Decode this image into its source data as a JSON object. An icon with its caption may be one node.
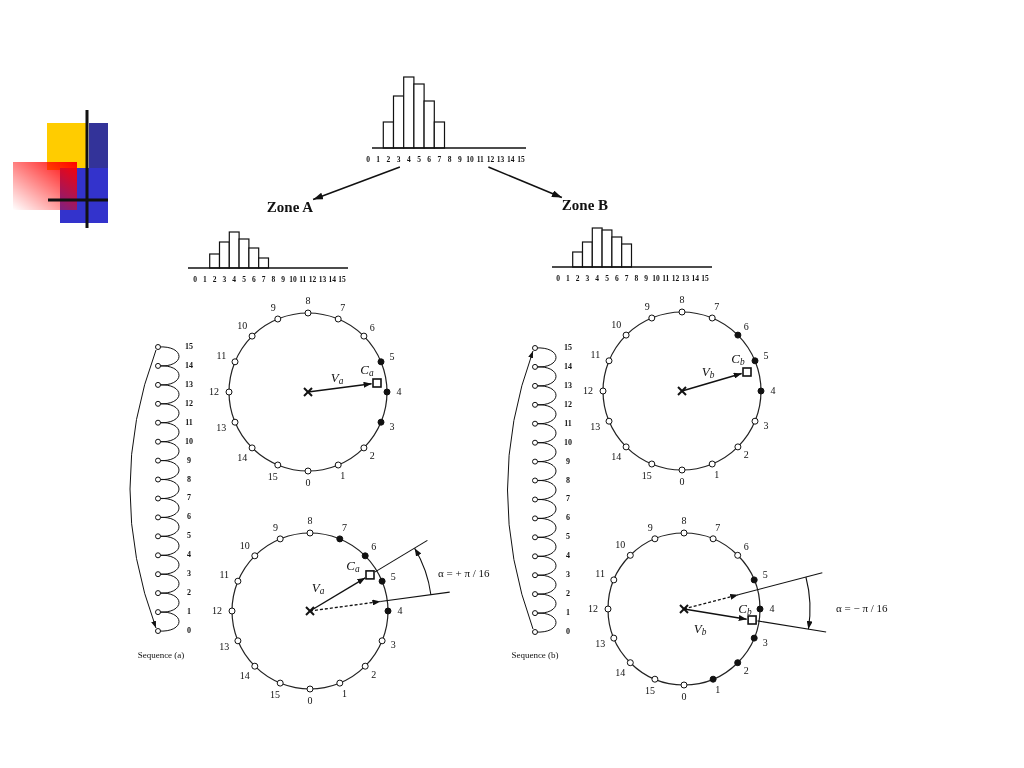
{
  "diagram": {
    "nodes": [
      {
        "text": [],
        "shape": "picture"
      },
      {
        "text": [
          "Zone A"
        ]
      },
      {
        "text": [
          "Zone B"
        ]
      }
    ],
    "edges": [
      {
        "from": 0,
        "to": 1,
        "arrow": "to"
      },
      {
        "from": 0,
        "to": 2,
        "arrow": "to"
      }
    ],
    "labels": [
      "0",
      "1",
      "2",
      "3",
      "4",
      "5",
      "6",
      "7",
      "8",
      "9",
      "10",
      "11",
      "12",
      "13",
      "14",
      "15",
      "0",
      "1",
      "2",
      "3",
      "4",
      "5",
      "6",
      "7",
      "8",
      "9",
      "10",
      "11",
      "12",
      "13",
      "14",
      "15",
      "0",
      "1",
      "2",
      "3",
      "4",
      "5",
      "6",
      "7",
      "8",
      "9",
      "10",
      "11",
      "12",
      "13",
      "14",
      "15",
      "15",
      "14",
      "13",
      "12",
      "11",
      "10",
      "9",
      "8",
      "7",
      "6",
      "5",
      "4",
      "3",
      "2",
      "1",
      "0",
      "0",
      "1",
      "2",
      "3",
      "4",
      "5",
      "6",
      "7",
      "8",
      "9",
      "10",
      "11",
      "12",
      "13",
      "14",
      "15",
      "C$_{a}$",
      "V$_{a}$",
      "15",
      "14",
      "13",
      "12",
      "11",
      "10",
      "9",
      "8",
      "7",
      "6",
      "5",
      "4",
      "3",
      "2",
      "1",
      "0",
      "0",
      "1",
      "2",
      "3",
      "4",
      "5",
      "6",
      "7",
      "8",
      "9",
      "10",
      "11",
      "12",
      "13",
      "14",
      "15",
      "C$_{b}$",
      "V$_{b}$",
      "0",
      "1",
      "2",
      "3",
      "4",
      "5",
      "6",
      "7",
      "8",
      "9",
      "10",
      "11",
      "12",
      "13",
      "14",
      "15",
      "C$_{a}$",
      "V$_{a}$",
      "α = + π / 16",
      "Sequence (a)",
      "0",
      "1",
      "2",
      "3",
      "4",
      "5",
      "6",
      "7",
      "8",
      "9",
      "10",
      "11",
      "12",
      "13",
      "14",
      "15",
      "C$_{b}$",
      "V$_{b}$",
      "α = − π / 16",
      "Sequence (b)"
    ]
  }
}
